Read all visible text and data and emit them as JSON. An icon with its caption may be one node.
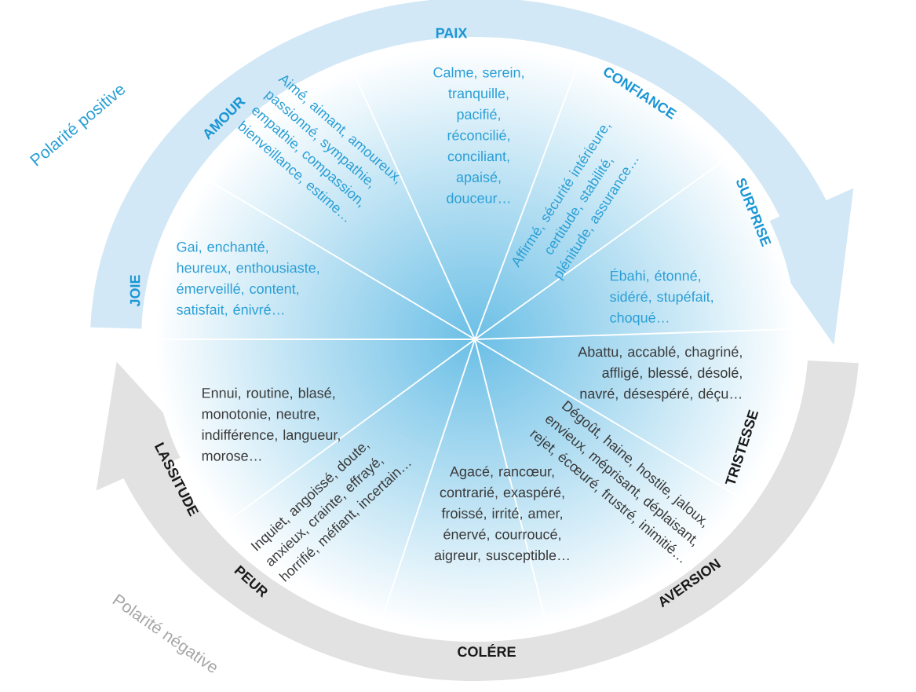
{
  "diagram": {
    "nodes": [
      {
        "text": [
          "PAIX",
          "Calme, serein, tranquille, pacifié, réconcilié, conciliant, apaisé, douceur…"
        ]
      },
      {
        "text": [
          "CONFIANCE",
          "Affirmé, sécurité intérieure, certitude, stabilité, plénitude, assurance…"
        ]
      },
      {
        "text": [
          "SURPRISE",
          "Ébahi, étonné, sidéré, stupéfait, choqué…"
        ]
      },
      {
        "text": [
          "Abattu, accablé, chagriné, affligé, blessé, désolé, navré, désespéré, déçu…",
          "TRISTESSE"
        ]
      },
      {
        "text": [
          "Dégoût, haine, hostile, jaloux, envieux, méprisant, déplaisant, rejet, écœuré, frustré, inimitié…",
          "AVERSION"
        ]
      },
      {
        "text": [
          "Agacé, rancœur, contrarié, exaspéré, froissé, irrité, amer, énervé, courroucé, aigreur, susceptible…",
          "COLÉRE"
        ]
      },
      {
        "text": [
          "Inquiet, angoissé, doute, anxieux, crainte, effrayé, horrifié, méfiant, incertain…",
          "PEUR"
        ]
      },
      {
        "text": [
          "Ennui, routine, blasé, monotonie, neutre, indifférence, langueur, morose…",
          "LASSITUDE"
        ]
      },
      {
        "text": [
          "JOIE",
          "Gai, enchanté, heureux, enthousiaste, émerveillé, content, satisfait, énivré…"
        ]
      },
      {
        "text": [
          "AMOUR",
          "Aimé, aimant, amoureux, passionné, sympathie, empathie, compassion, bienveillance, estime…"
        ]
      }
    ],
    "labels": [
      "Polarité positive",
      "Polarité négative"
    ]
  }
}
